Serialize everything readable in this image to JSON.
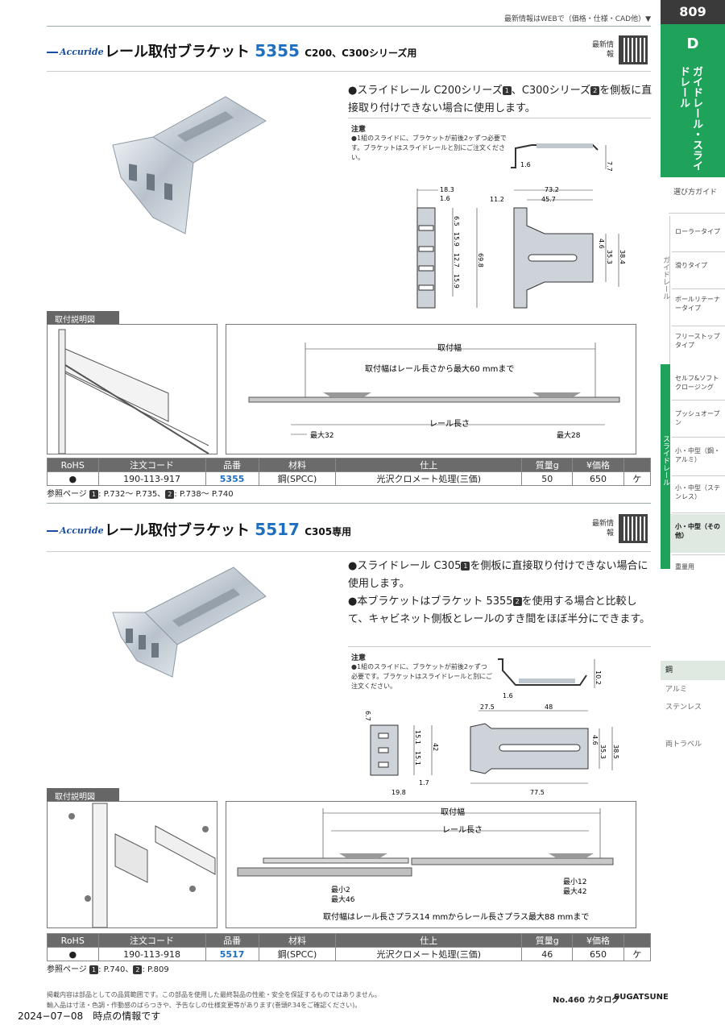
{
  "header": {
    "note": "最新情報はWEBで（価格・仕様・CAD他）▼"
  },
  "sidebar": {
    "page_number": "809",
    "section_letter": "D",
    "section_title": "ガイドレール・スライドレール",
    "guide": "選び方ガイド",
    "group1_label": "ガイドレール",
    "group1": [
      "ローラータイプ",
      "滑りタイプ",
      "ボールリテーナータイプ",
      "フリーストップタイプ"
    ],
    "group2_label": "スライドレール",
    "group2": [
      "セルフ&ソフトクロージング",
      "プッシュオープン",
      "小・中型（鋼・アルミ）",
      "小・中型（ステンレス）",
      "小・中型（その他）",
      "重量用"
    ],
    "materials": [
      "鋼",
      "アルミ",
      "ステンレス",
      "",
      "両トラベル"
    ]
  },
  "products": [
    {
      "brand": "Accuride",
      "title": "レール取付ブラケット",
      "model": "5355",
      "subtitle": "C200、C300シリーズ用",
      "qr_label": "最新情報",
      "bullets": [
        [
          "●スライドレール C200シリーズ",
          "1",
          "、C300シリーズ",
          "2",
          "を側板に直接取り付けできない場合に使用します。"
        ]
      ],
      "note_title": "注意",
      "note": "●1組のスライドに、ブラケットが前後2ヶずつ必要です。ブラケットはスライドレールと別にご注文ください。",
      "dims_side": [
        "18.3",
        "1.6",
        "6.5",
        "15.9",
        "12.7",
        "15.9",
        "69.8"
      ],
      "dims_front": [
        "73.2",
        "11.2",
        "45.7",
        "4.6",
        "35.3",
        "38.4"
      ],
      "dims_profile": [
        "1.6",
        "7.7"
      ],
      "install_label": "取付説明図",
      "install_texts": {
        "width": "取付幅",
        "note": "取付幅はレール長さから最大60 mmまで",
        "rail": "レール長さ",
        "left": "最大32",
        "right": "最大28"
      },
      "table": {
        "headers": [
          "RoHS",
          "注文コード",
          "品番",
          "材料",
          "仕上",
          "質量g",
          "¥価格",
          ""
        ],
        "row": [
          "●",
          "190-113-917",
          "5355",
          "鋼(SPCC)",
          "光沢クロメート処理(三価)",
          "50",
          "650",
          "ケ"
        ]
      },
      "ref": [
        "参照ページ",
        "1",
        ": P.732～ P.735、",
        "2",
        ": P.738～ P.740"
      ]
    },
    {
      "brand": "Accuride",
      "title": "レール取付ブラケット",
      "model": "5517",
      "subtitle": "C305専用",
      "qr_label": "最新情報",
      "bullets": [
        [
          "●スライドレール C305",
          "1",
          "を側板に直接取り付けできない場合に使用します。"
        ],
        [
          "●本ブラケットはブラケット 5355",
          "2",
          "を使用する場合と比較して、キャビネット側板とレールのすき間をほぼ半分にできます。"
        ]
      ],
      "note_title": "注意",
      "note": "●1組のスライドに、ブラケットが前後2ヶずつ必要です。ブラケットはスライドレールと別にご注文ください。",
      "dims_side": [
        "6.7",
        "15.1",
        "15.1",
        "42",
        "1.7",
        "19.8"
      ],
      "dims_front": [
        "27.5",
        "48",
        "4.6",
        "35.3",
        "38.5",
        "77.5"
      ],
      "dims_profile": [
        "1.6",
        "10.2"
      ],
      "install_label": "取付説明図",
      "install_texts": {
        "width": "取付幅",
        "rail": "レール長さ",
        "min_left": "最小2",
        "max_left": "最大46",
        "min_right": "最小12",
        "max_right": "最大42",
        "note": "取付幅はレール長さプラス14 mmからレール長さプラス最大88 mmまで"
      },
      "table": {
        "headers": [
          "RoHS",
          "注文コード",
          "品番",
          "材料",
          "仕上",
          "質量g",
          "¥価格",
          ""
        ],
        "row": [
          "●",
          "190-113-918",
          "5517",
          "鋼(SPCC)",
          "光沢クロメート処理(三価)",
          "46",
          "650",
          "ケ"
        ]
      },
      "ref": [
        "参照ページ",
        "1",
        ": P.740、",
        "2",
        ": P.809"
      ]
    }
  ],
  "footer": {
    "line1": "掲載内容は部品としての品質範囲です。この部品を使用した最終製品の性能・安全を保証するものではありません。",
    "line2": "輸入品は寸法・色調・作動感のばらつきや、予告なしの仕様変更等があります(巻頭P.34をご確認ください)。",
    "catalog": "No.460 カタログ",
    "maker": "SUGATSUNE",
    "date": "2024−07−08　時点の情報です"
  }
}
